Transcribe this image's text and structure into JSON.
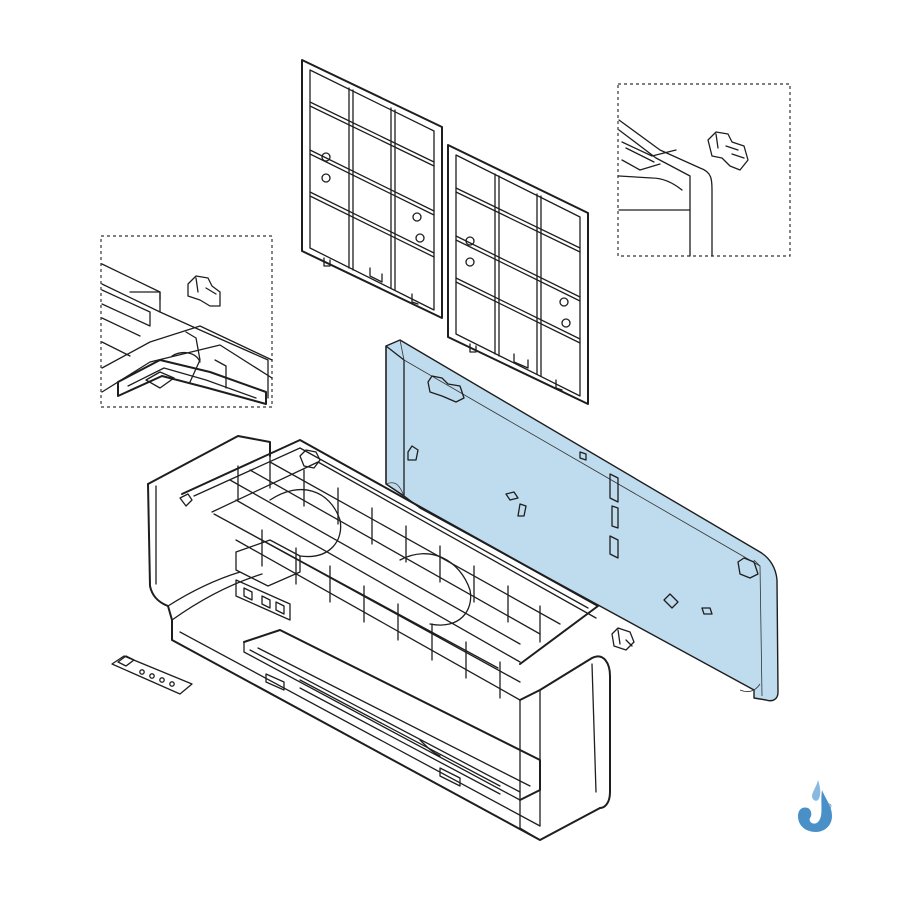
{
  "figure": {
    "description_labels": [],
    "colors": {
      "highlight_panel": "#bfdbee",
      "line": "#1e1e1e",
      "logo": "#4a90c8",
      "background": "#ffffff"
    },
    "parts": [
      {
        "name": "air-filter-left",
        "icon": "filter-grid"
      },
      {
        "name": "air-filter-right",
        "icon": "filter-grid"
      },
      {
        "name": "front-panel",
        "icon": "panel",
        "highlighted": true
      },
      {
        "name": "indoor-unit-body",
        "icon": "unit"
      },
      {
        "name": "display-label",
        "icon": "label"
      },
      {
        "name": "detail-view-left",
        "icon": "magnifier-detail"
      },
      {
        "name": "detail-view-right",
        "icon": "magnifier-detail"
      },
      {
        "name": "brand-logo",
        "icon": "water-drop-logo"
      }
    ]
  }
}
